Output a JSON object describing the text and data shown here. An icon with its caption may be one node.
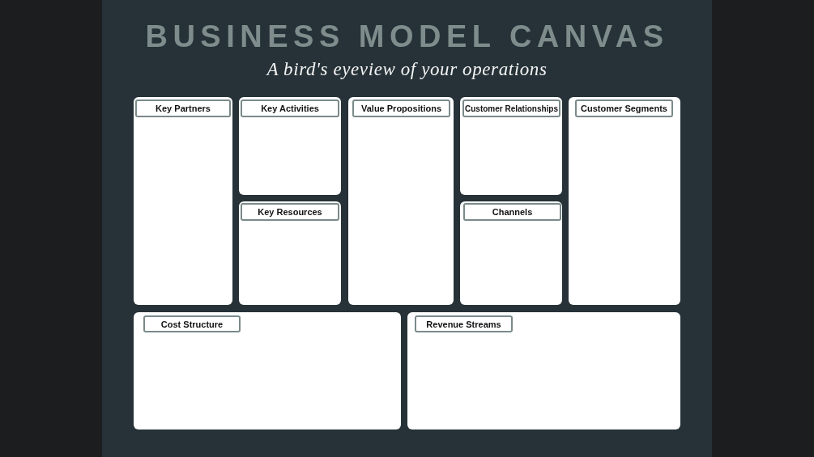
{
  "diagram": {
    "title": "BUSINESS MODEL CANVAS",
    "nodes": [
      {
        "text": [],
        "shape": "box"
      },
      {
        "text": [
          "Key Partners"
        ],
        "in": 0
      },
      {
        "text": [],
        "shape": "box"
      },
      {
        "text": [
          "Key Activities"
        ],
        "in": 2
      },
      {
        "text": [],
        "shape": "box"
      },
      {
        "text": [
          "Key Resources"
        ],
        "in": 4
      },
      {
        "text": [],
        "shape": "box"
      },
      {
        "text": [
          "Value Propositions"
        ],
        "in": 6
      },
      {
        "text": [],
        "shape": "box"
      },
      {
        "text": [
          "Customer Relationships"
        ],
        "in": 8
      },
      {
        "text": [],
        "shape": "box"
      },
      {
        "text": [
          "Channels"
        ],
        "in": 10
      },
      {
        "text": [],
        "shape": "box"
      },
      {
        "text": [
          "Customer Segments"
        ],
        "in": 12
      },
      {
        "text": [],
        "shape": "box"
      },
      {
        "text": [
          "Cost Structure"
        ],
        "in": 14
      },
      {
        "text": [],
        "shape": "box"
      },
      {
        "text": [
          "Revenue Streams"
        ],
        "in": 16
      }
    ],
    "labels": [
      "A bird's eyeview of your operations"
    ]
  }
}
